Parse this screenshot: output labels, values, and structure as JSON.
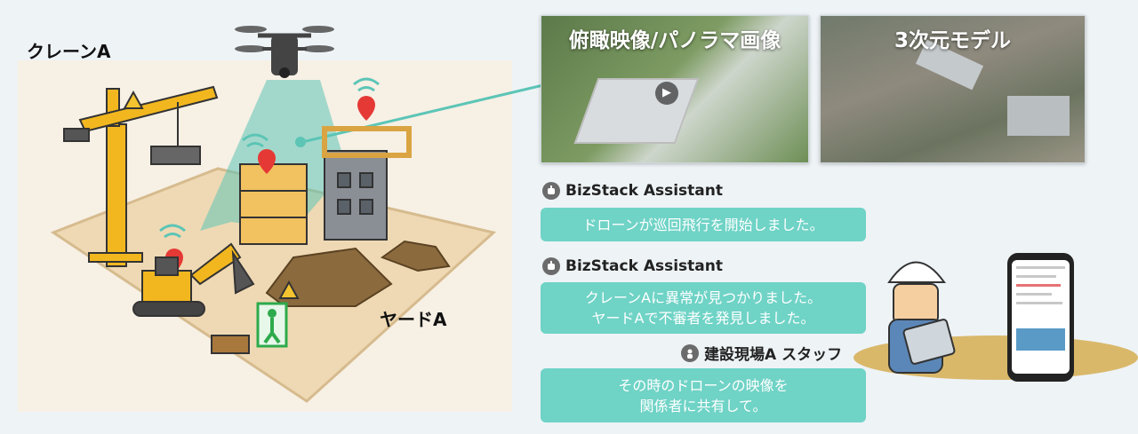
{
  "scene": {
    "crane_label": "クレーンA",
    "yard_label": "ヤードA"
  },
  "videos": {
    "overhead_title": "俯瞰映像/パノラマ画像",
    "model_title": "3次元モデル"
  },
  "chat": {
    "messages": [
      {
        "sender": "BizStack Assistant",
        "sender_icon": "bot-icon",
        "lines": [
          "ドローンが巡回飛行を開始しました。"
        ]
      },
      {
        "sender": "BizStack Assistant",
        "sender_icon": "bot-icon",
        "lines": [
          "クレーンAに異常が見つかりました。",
          "ヤードAで不審者を発見しました。"
        ]
      },
      {
        "sender": "建設現場A スタッフ",
        "sender_icon": "person-icon",
        "lines": [
          "その時のドローンの映像を",
          "関係者に共有して。"
        ]
      }
    ]
  },
  "colors": {
    "bubble": "#6fd3c6",
    "ground": "#efd9b4",
    "crane": "#f2b71f",
    "pin": "#e53935",
    "beam": "#5cc5b6"
  }
}
